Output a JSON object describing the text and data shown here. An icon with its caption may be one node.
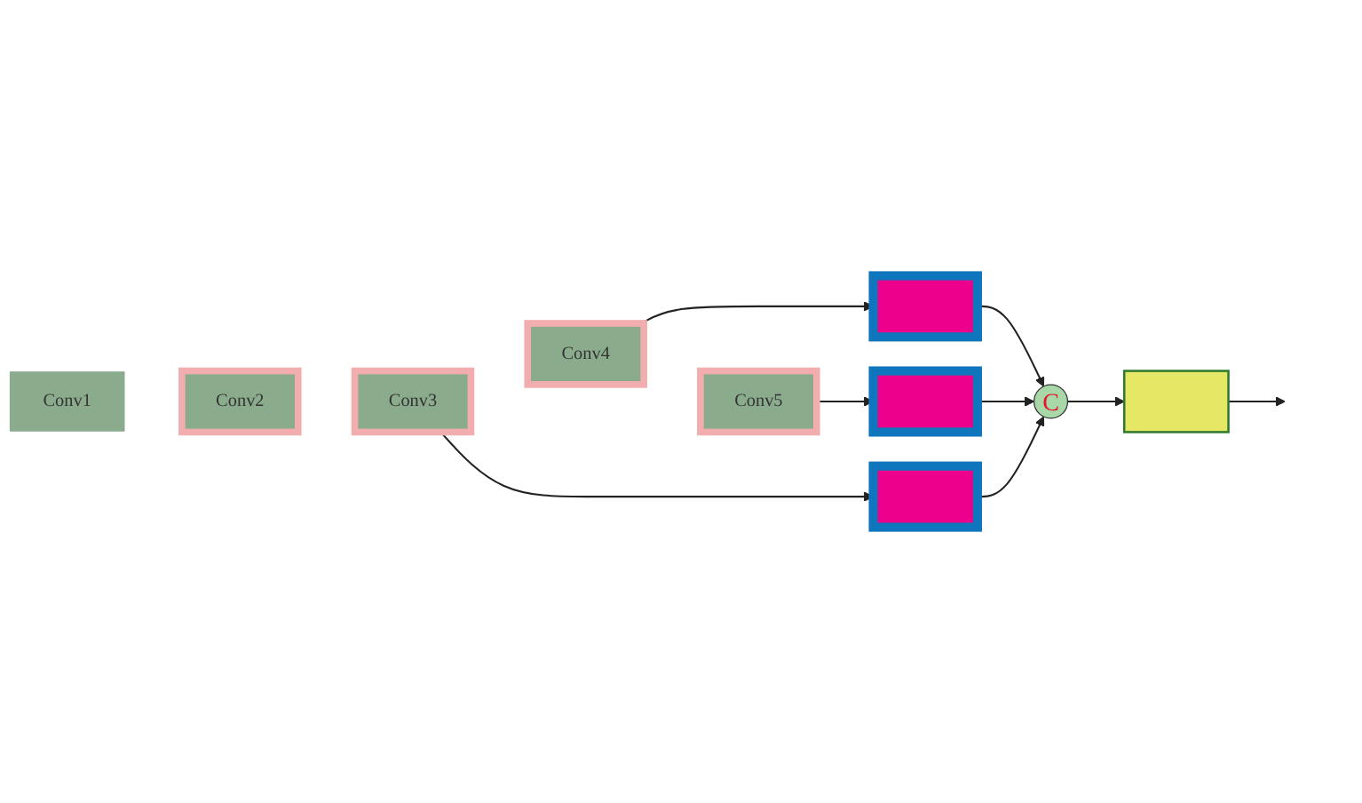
{
  "diagram": {
    "nodes": [
      {
        "text": [
          "Conv1"
        ]
      },
      {
        "text": [
          "Conv2"
        ]
      },
      {
        "text": [
          "Conv3"
        ]
      },
      {
        "text": [
          "Conv4"
        ]
      },
      {
        "text": [
          "Conv5"
        ]
      },
      {
        "text": [],
        "shape": "box"
      },
      {
        "text": [],
        "shape": "box"
      },
      {
        "text": [],
        "shape": "box"
      },
      {
        "text": [
          "C"
        ]
      },
      {
        "text": [],
        "shape": "box"
      }
    ],
    "edges": [
      {
        "from": 3,
        "to": 5,
        "arrow": "to"
      },
      {
        "from": 4,
        "to": 6,
        "arrow": "to"
      },
      {
        "from": 2,
        "to": 7,
        "arrow": "to"
      },
      {
        "from": 5,
        "to": 8,
        "arrow": "to"
      },
      {
        "from": 6,
        "to": 8,
        "arrow": "to"
      },
      {
        "from": 7,
        "to": 8,
        "arrow": "to"
      },
      {
        "from": 8,
        "to": 9,
        "arrow": "to"
      },
      {
        "from": 9,
        "to": null,
        "arrow": "to"
      }
    ]
  }
}
